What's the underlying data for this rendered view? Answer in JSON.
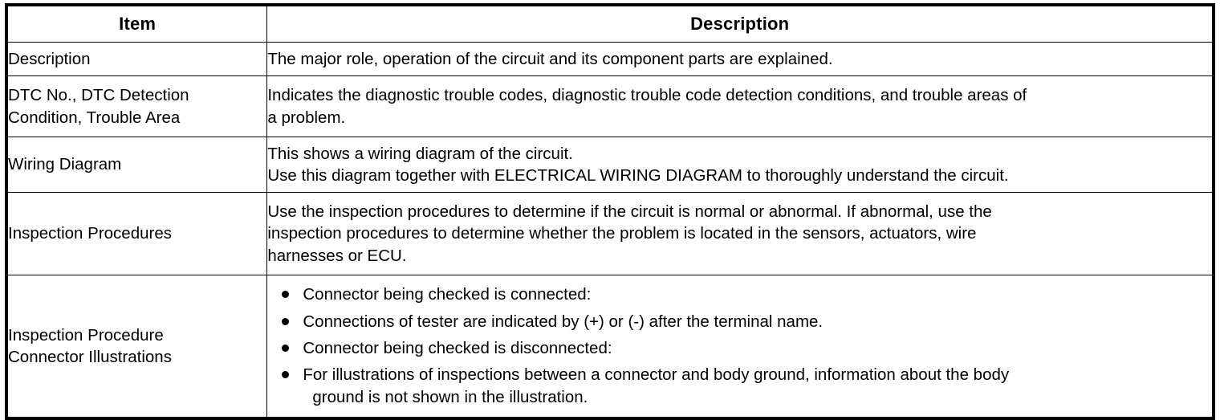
{
  "table": {
    "headers": {
      "item": "Item",
      "description": "Description"
    },
    "rows": [
      {
        "item_lines": [
          "Description"
        ],
        "desc_lines": [
          "The major role, operation of the circuit and its component parts are explained."
        ],
        "type": "text"
      },
      {
        "item_lines": [
          "DTC No., DTC Detection",
          "Condition, Trouble Area"
        ],
        "desc_lines": [
          "Indicates the diagnostic trouble codes, diagnostic trouble code detection conditions, and trouble areas of",
          "a problem."
        ],
        "type": "text"
      },
      {
        "item_lines": [
          "Wiring Diagram"
        ],
        "desc_lines": [
          "This shows a wiring diagram of the circuit.",
          "Use this diagram together with ELECTRICAL WIRING DIAGRAM to thoroughly understand the circuit."
        ],
        "type": "text"
      },
      {
        "item_lines": [
          "Inspection Procedures"
        ],
        "desc_lines": [
          "Use the inspection procedures to determine if the circuit is normal or abnormal. If abnormal, use the",
          "inspection procedures to determine whether the problem is located in the sensors, actuators, wire",
          "harnesses or ECU."
        ],
        "type": "text"
      },
      {
        "item_lines": [
          "Inspection Procedure",
          "Connector Illustrations"
        ],
        "type": "bullets",
        "bullets": [
          {
            "lines": [
              "Connector being checked is connected:"
            ]
          },
          {
            "lines": [
              "Connections of tester are indicated by (+) or (-) after the terminal name."
            ]
          },
          {
            "lines": [
              "Connector being checked is disconnected:"
            ]
          },
          {
            "lines": [
              "For illustrations of inspections between a connector and body ground, information about the body",
              "ground is not shown in the illustration."
            ]
          }
        ]
      }
    ]
  },
  "colors": {
    "border": "#000000",
    "text": "#000000",
    "background": "#ffffff"
  }
}
